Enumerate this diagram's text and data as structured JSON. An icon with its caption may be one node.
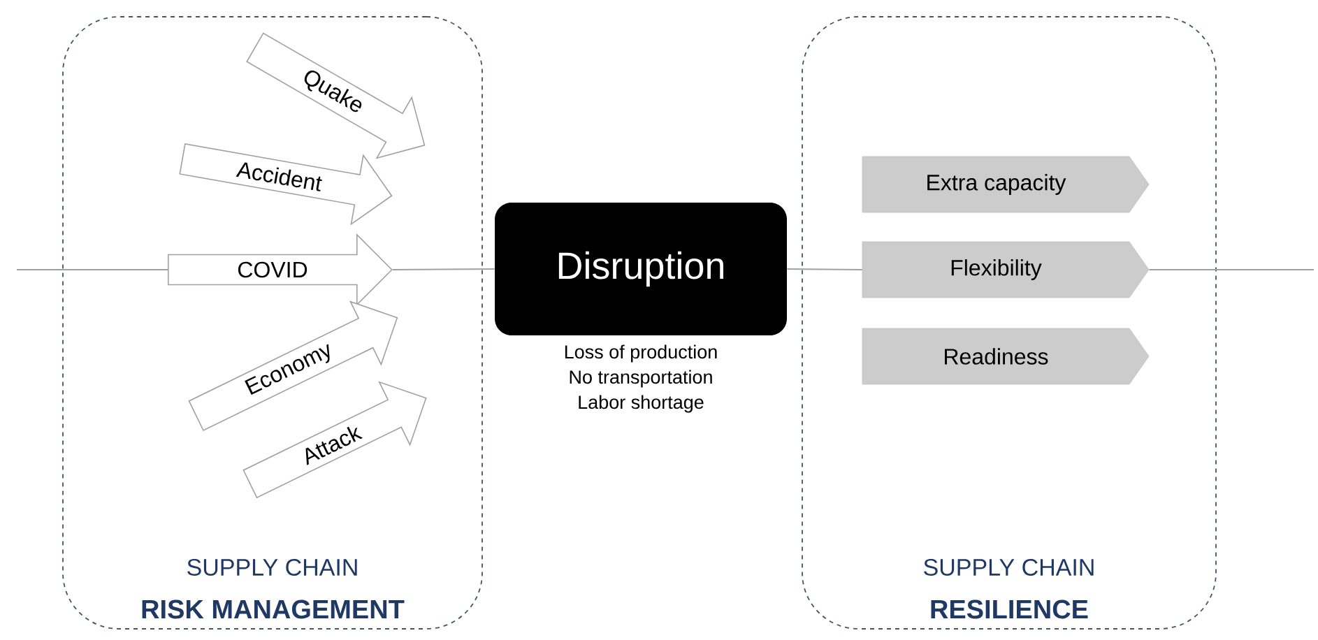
{
  "diagram": {
    "nodes": [
      {
        "text": [
          "SUPPLY CHAIN",
          "RISK MANAGEMENT"
        ]
      },
      {
        "text": [
          "Quake"
        ],
        "in": 0
      },
      {
        "text": [
          "Accident"
        ],
        "in": 0
      },
      {
        "text": [
          "COVID"
        ],
        "in": 0
      },
      {
        "text": [
          "Economy"
        ],
        "in": 0
      },
      {
        "text": [
          "Attack"
        ],
        "in": 0
      },
      {
        "text": [
          "Disruption"
        ],
        "beside": [
          "Loss of production",
          "No transportation",
          "Labor shortage"
        ]
      },
      {
        "text": [
          "SUPPLY CHAIN",
          "RESILIENCE"
        ]
      },
      {
        "text": [
          "Extra capacity"
        ],
        "in": 7
      },
      {
        "text": [
          "Flexibility"
        ],
        "in": 7
      },
      {
        "text": [
          "Readiness"
        ],
        "in": 7
      }
    ],
    "edges": [
      {
        "from": null,
        "to": 3,
        "arrow": "none"
      },
      {
        "from": 3,
        "to": 6,
        "arrow": "none"
      },
      {
        "from": 6,
        "to": 9,
        "arrow": "none"
      },
      {
        "from": 9,
        "to": null,
        "arrow": "none"
      }
    ]
  }
}
